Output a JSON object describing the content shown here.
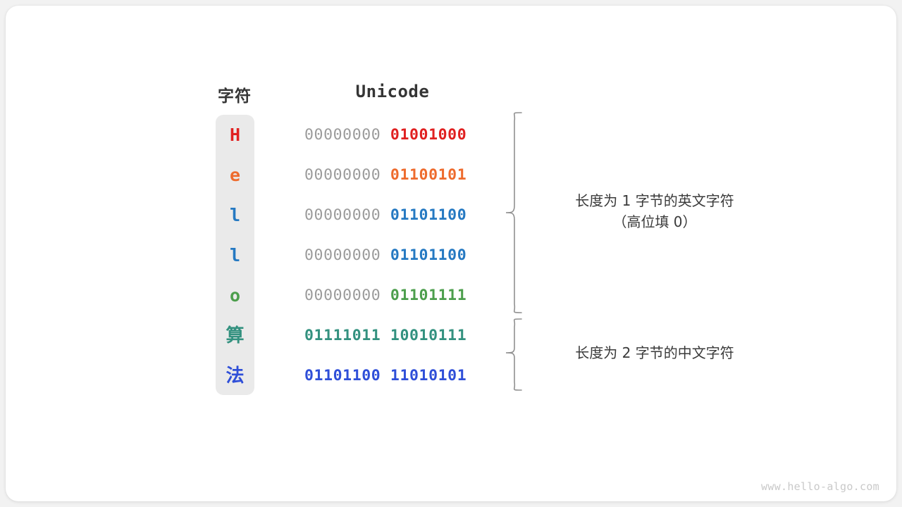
{
  "watermark": "www.hello-algo.com",
  "table": {
    "headers": {
      "character": "字符",
      "unicode": "Unicode"
    },
    "rows": [
      {
        "char": "H",
        "color": "#e02020",
        "high": "00000000",
        "low": "01001000",
        "is_cjk": false
      },
      {
        "char": "e",
        "color": "#ee6b2d",
        "high": "00000000",
        "low": "01100101",
        "is_cjk": false
      },
      {
        "char": "l",
        "color": "#2579c2",
        "high": "00000000",
        "low": "01101100",
        "is_cjk": false
      },
      {
        "char": "l",
        "color": "#2579c2",
        "high": "00000000",
        "low": "01101100",
        "is_cjk": false
      },
      {
        "char": "o",
        "color": "#4c9e4c",
        "high": "00000000",
        "low": "01101111",
        "is_cjk": false
      },
      {
        "char": "算",
        "color": "#33917f",
        "high": "01111011",
        "low": "10010111",
        "is_cjk": true
      },
      {
        "char": "法",
        "color": "#2f4fd8",
        "high": "01101100",
        "low": "11010101",
        "is_cjk": true
      }
    ]
  },
  "annotations": [
    {
      "text": "长度为 1 字节的英文字符\n（高位填 0）"
    },
    {
      "text": "长度为 2 字节的中文字符"
    }
  ],
  "colors": {
    "background": "#f2f2f2",
    "card": "#ffffff",
    "pill": "#eaeaea",
    "high_bits": "#9b9b9b",
    "heading": "#353535",
    "brace": "#909090",
    "watermark": "#c9c9c9"
  }
}
